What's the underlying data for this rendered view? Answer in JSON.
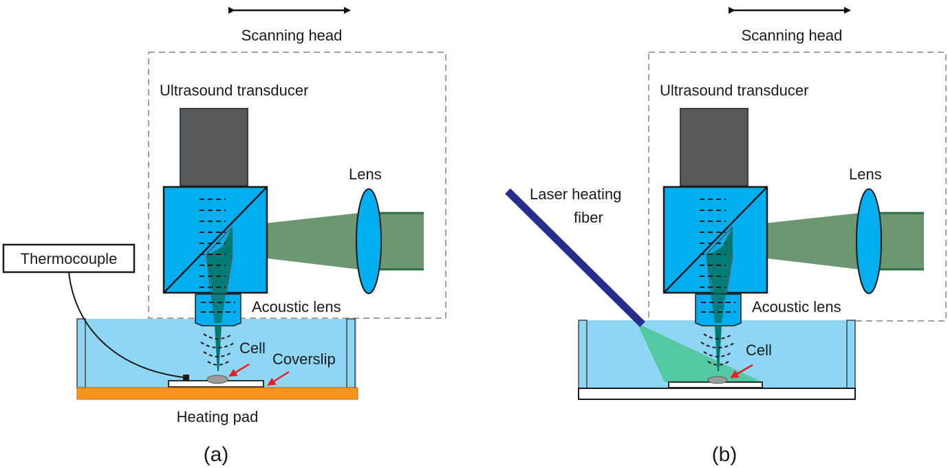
{
  "panels": [
    {
      "id": "a",
      "caption": "(a)",
      "labels": {
        "scanning_head": "Scanning head",
        "transducer": "Ultrasound transducer",
        "lens": "Lens",
        "acoustic_lens": "Acoustic lens",
        "thermocouple": "Thermocouple",
        "cell": "Cell",
        "coverslip": "Coverslip",
        "heating_pad": "Heating pad"
      }
    },
    {
      "id": "b",
      "caption": "(b)",
      "labels": {
        "scanning_head": "Scanning head",
        "transducer": "Ultrasound transducer",
        "lens": "Lens",
        "acoustic_lens": "Acoustic lens",
        "laser_line1": "Laser heating",
        "laser_line2": "fiber",
        "cell": "Cell"
      }
    }
  ],
  "colors": {
    "transducer": "#58595b",
    "cube": "#00aeef",
    "beam": "#5d8b64",
    "beam_dark": "#00786f",
    "water": "#8fd6f5",
    "heating_pad": "#f7941d",
    "fiber": "#262d8c",
    "laser_light": "#4ec59a",
    "arrow_red": "#ed1c24",
    "frame_dash": "#808080"
  }
}
